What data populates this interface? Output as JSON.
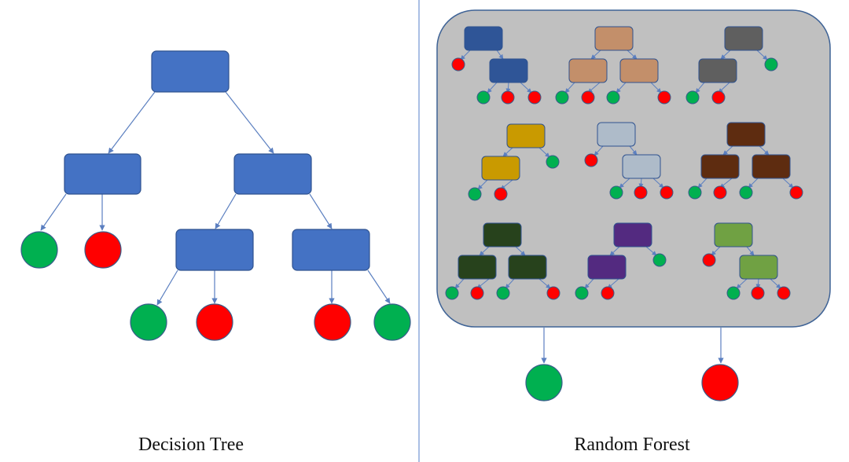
{
  "colors": {
    "node_fill": "#4472c4",
    "node_stroke": "#2f528f",
    "edge": "#5b7fc0",
    "leaf_green": "#00b050",
    "leaf_red": "#ff0000",
    "leaf_stroke": "#385d8a",
    "divider": "#8eaadb",
    "forest_panel_fill": "#c0c0c0",
    "forest_panel_stroke": "#3f6396"
  },
  "decision_tree": {
    "caption": "Decision Tree",
    "leaves": [
      {
        "id": "L1",
        "class": "green"
      },
      {
        "id": "L2",
        "class": "red"
      },
      {
        "id": "L3",
        "class": "green"
      },
      {
        "id": "L4",
        "class": "red"
      },
      {
        "id": "L5",
        "class": "red"
      },
      {
        "id": "L6",
        "class": "green"
      }
    ]
  },
  "random_forest": {
    "caption": "Random Forest",
    "trees": [
      {
        "name": "tree-navy",
        "color": "#2f5597"
      },
      {
        "name": "tree-tan",
        "color": "#c38f6a"
      },
      {
        "name": "tree-gray",
        "color": "#5f5f5f"
      },
      {
        "name": "tree-gold",
        "color": "#c99a00"
      },
      {
        "name": "tree-lightblue",
        "color": "#aebbc9"
      },
      {
        "name": "tree-brown",
        "color": "#5e2c10"
      },
      {
        "name": "tree-darkgreen",
        "color": "#27421c"
      },
      {
        "name": "tree-purple",
        "color": "#532a80"
      },
      {
        "name": "tree-olive",
        "color": "#70a143"
      }
    ],
    "outputs": [
      {
        "id": "O1",
        "class": "green"
      },
      {
        "id": "O2",
        "class": "red"
      }
    ]
  }
}
